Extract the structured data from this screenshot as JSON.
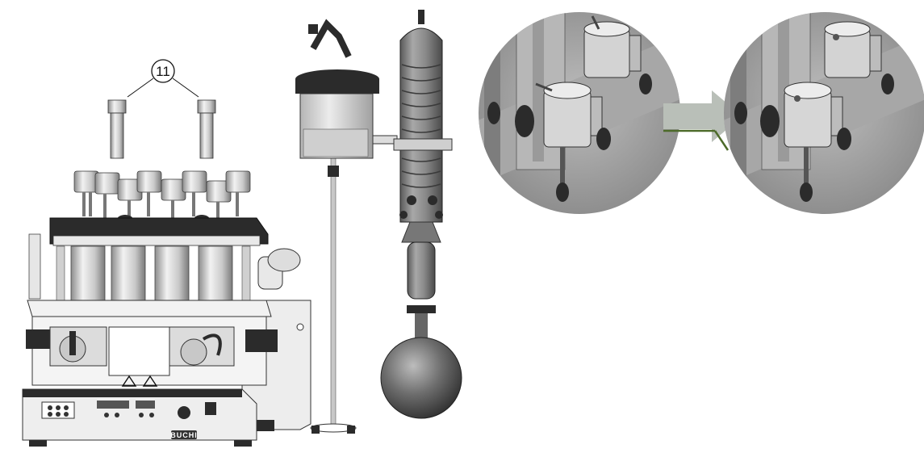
{
  "callout": {
    "number": "11"
  },
  "unit_label": {
    "brand": "BUCHI"
  },
  "colors": {
    "metal_light": "#e2e2e2",
    "metal_mid": "#a9a9a9",
    "metal_dark": "#555555",
    "black_part": "#2b2b2b",
    "arrow_fill": "#b9bfb8",
    "arrow_edge": "#4d6b2a",
    "circle_bg": "#9a9a9a"
  },
  "figure": {
    "parts": [
      "pointer-tubes",
      "digestion-unit",
      "scrubber-stand",
      "zoom-before",
      "zoom-arrow",
      "zoom-after"
    ]
  }
}
